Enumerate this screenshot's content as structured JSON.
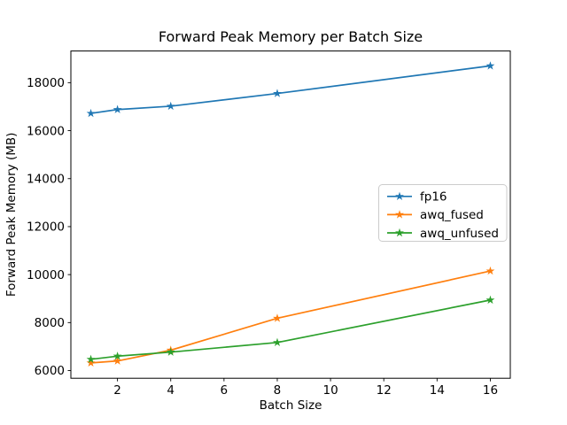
{
  "figure": {
    "background": "#ffffff",
    "spine_color": "#000000"
  },
  "chart_data": {
    "type": "line",
    "title": "Forward Peak Memory per Batch Size",
    "xlabel": "Batch Size",
    "ylabel": "Forward Peak Memory (MB)",
    "x": [
      1,
      2,
      4,
      8,
      16
    ],
    "series": [
      {
        "name": "fp16",
        "color": "#1f77b4",
        "values": [
          16720,
          16880,
          17020,
          17550,
          18700
        ]
      },
      {
        "name": "awq_fused",
        "color": "#ff7f0e",
        "values": [
          6320,
          6400,
          6850,
          8180,
          10150
        ]
      },
      {
        "name": "awq_unfused",
        "color": "#2ca02c",
        "values": [
          6470,
          6600,
          6770,
          7170,
          8940
        ]
      }
    ],
    "marker": "star",
    "line_width": 1.7,
    "xticks": [
      2,
      4,
      6,
      8,
      10,
      12,
      14,
      16
    ],
    "yticks": [
      6000,
      8000,
      10000,
      12000,
      14000,
      16000,
      18000
    ],
    "xlim": [
      0.25,
      16.75
    ],
    "ylim": [
      5680,
      19320
    ],
    "grid": false,
    "legend": {
      "position": "center-right",
      "entries": [
        "fp16",
        "awq_fused",
        "awq_unfused"
      ],
      "border_color": "#cccccc",
      "background": "#ffffff"
    }
  }
}
